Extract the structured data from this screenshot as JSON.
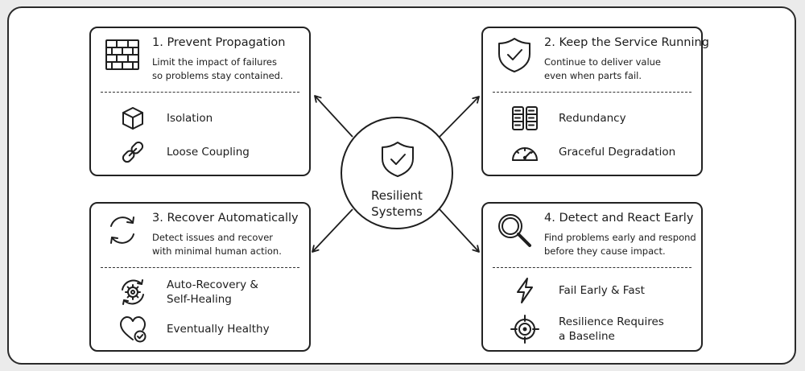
{
  "hub": {
    "label_line1": "Resilient",
    "label_line2": "Systems",
    "icon": "shield-check-icon"
  },
  "cards": [
    {
      "title": "1. Prevent Propagation",
      "desc_line1": "Limit the impact of failures",
      "desc_line2": "so problems stay contained.",
      "icon": "brick-wall-icon",
      "items": [
        {
          "label": "Isolation",
          "icon": "cube-icon"
        },
        {
          "label": "Loose Coupling",
          "icon": "link-icon"
        }
      ]
    },
    {
      "title": "2. Keep the Service Running",
      "desc_line1": "Continue to deliver value",
      "desc_line2": "even when parts fail.",
      "icon": "shield-check-icon",
      "items": [
        {
          "label": "Redundancy",
          "icon": "server-racks-icon"
        },
        {
          "label": "Graceful Degradation",
          "icon": "gauge-icon"
        }
      ]
    },
    {
      "title": "3. Recover Automatically",
      "desc_line1": "Detect issues and recover",
      "desc_line2": "with minimal human action.",
      "icon": "refresh-icon",
      "items": [
        {
          "label_line1": "Auto-Recovery &",
          "label_line2": "Self-Healing",
          "icon": "gear-cycle-icon"
        },
        {
          "label": "Eventually Healthy",
          "icon": "heart-check-icon"
        }
      ]
    },
    {
      "title": "4. Detect and React Early",
      "desc_line1": "Find problems early and respond",
      "desc_line2": "before they cause impact.",
      "icon": "magnifier-icon",
      "items": [
        {
          "label": "Fail Early & Fast",
          "icon": "lightning-icon"
        },
        {
          "label_line1": "Resilience Requires",
          "label_line2": "a Baseline",
          "icon": "target-icon"
        }
      ]
    }
  ]
}
